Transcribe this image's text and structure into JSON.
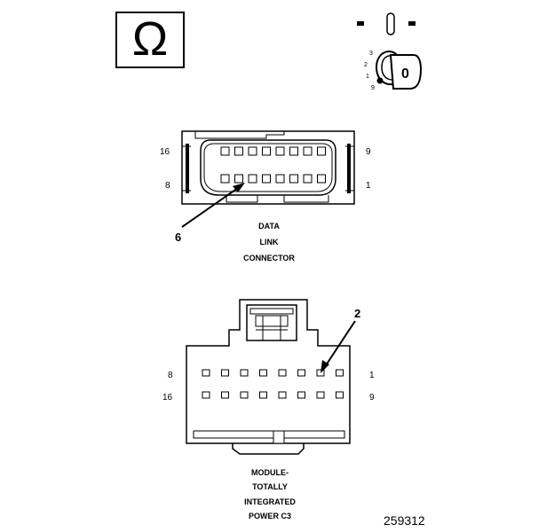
{
  "ohm_symbol": "Ω",
  "ignition_switch": {
    "positions": [
      "3",
      "2",
      "1",
      "9"
    ],
    "key_label": "0"
  },
  "data_link_connector": {
    "pin_labels": {
      "top_left": "16",
      "top_right": "9",
      "bottom_left": "8",
      "bottom_right": "1"
    },
    "callout": "6",
    "title_lines": [
      "DATA",
      "LINK",
      "CONNECTOR"
    ]
  },
  "module_connector": {
    "pin_labels": {
      "top_left": "8",
      "top_right": "1",
      "bottom_left": "16",
      "bottom_right": "9"
    },
    "callout": "2",
    "title_lines": [
      "MODULE-",
      "TOTALLY",
      "INTEGRATED",
      "POWER C3"
    ]
  },
  "figure_id": "259312"
}
